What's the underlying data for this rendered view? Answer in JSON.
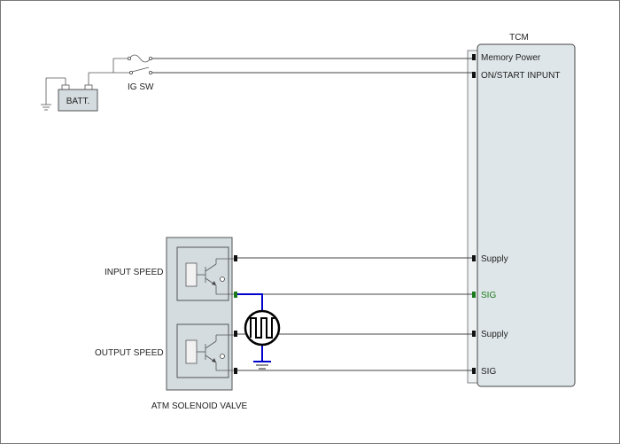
{
  "labels": {
    "tcm": "TCM",
    "batt": "BATT.",
    "ig_sw": "IG SW",
    "input_speed": "INPUT SPEED",
    "output_speed": "OUTPUT SPEED",
    "atm_solenoid_valve": "ATM SOLENOID VALVE"
  },
  "tcm_pins": [
    {
      "label": "Memory Power"
    },
    {
      "label": "ON/START  INPUNT"
    },
    {
      "label": "Supply"
    },
    {
      "label": "SIG"
    },
    {
      "label": "Supply"
    },
    {
      "label": "SIG"
    }
  ],
  "colors": {
    "signal_wire": "#0000cc",
    "active_pin": "#1a7a1a",
    "box_fill": "#d4dcdf",
    "tcm_fill": "#dfe6e9"
  }
}
